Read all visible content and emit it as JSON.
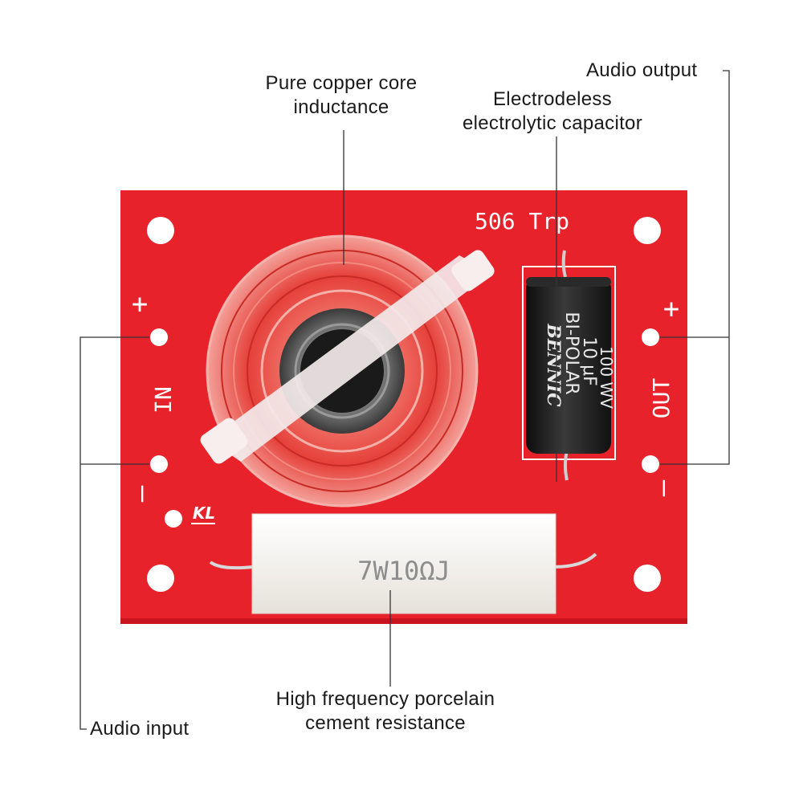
{
  "board": {
    "model_label": "506 Trp",
    "input_plus": "+",
    "input_minus": "–",
    "input_label": "NI",
    "output_plus": "+",
    "output_minus": "–",
    "output_label": "OUT",
    "logo_text": "KL"
  },
  "capacitor": {
    "brand": "BENNIC",
    "type": "BI-POLAR",
    "capacitance": "10 μF",
    "voltage": "100 WV"
  },
  "resistor": {
    "marking": "7W10ΩJ"
  },
  "callouts": {
    "inductor": {
      "line1": "Pure copper core",
      "line2": "inductance"
    },
    "capacitor": {
      "line1": "Electrodeless",
      "line2": "electrolytic capacitor"
    },
    "output": {
      "text": "Audio output"
    },
    "resistor": {
      "line1": "High frequency porcelain",
      "line2": "cement resistance"
    },
    "input": {
      "text": "Audio input"
    }
  },
  "colors": {
    "pcb": "#e8222b",
    "pcb_dark": "#c8141c",
    "silkscreen": "#ffffff",
    "copper": "#d9463f",
    "capacitor_body": "#1c1c1c",
    "resistor_body": "#f4f1ec",
    "leader_line": "#333333"
  }
}
